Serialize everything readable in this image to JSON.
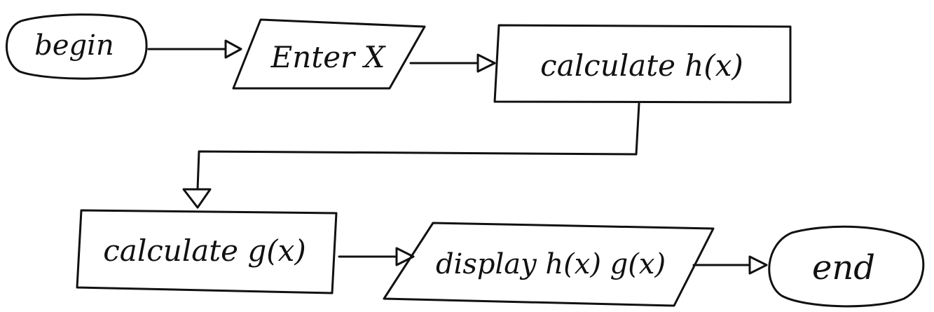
{
  "flowchart": {
    "nodes": [
      {
        "id": "begin",
        "shape": "terminal",
        "label": "begin"
      },
      {
        "id": "enter-x",
        "shape": "io",
        "label": "Enter X"
      },
      {
        "id": "calc-h",
        "shape": "process",
        "label": "calculate h(x)"
      },
      {
        "id": "calc-g",
        "shape": "process",
        "label": "calculate g(x)"
      },
      {
        "id": "display",
        "shape": "io",
        "label": "display h(x) g(x)"
      },
      {
        "id": "end",
        "shape": "terminal",
        "label": "end"
      }
    ],
    "edges": [
      {
        "from": "begin",
        "to": "enter-x"
      },
      {
        "from": "enter-x",
        "to": "calc-h"
      },
      {
        "from": "calc-h",
        "to": "calc-g"
      },
      {
        "from": "calc-g",
        "to": "display"
      },
      {
        "from": "display",
        "to": "end"
      }
    ]
  },
  "colors": {
    "ink": "#111111",
    "background": "#ffffff"
  }
}
